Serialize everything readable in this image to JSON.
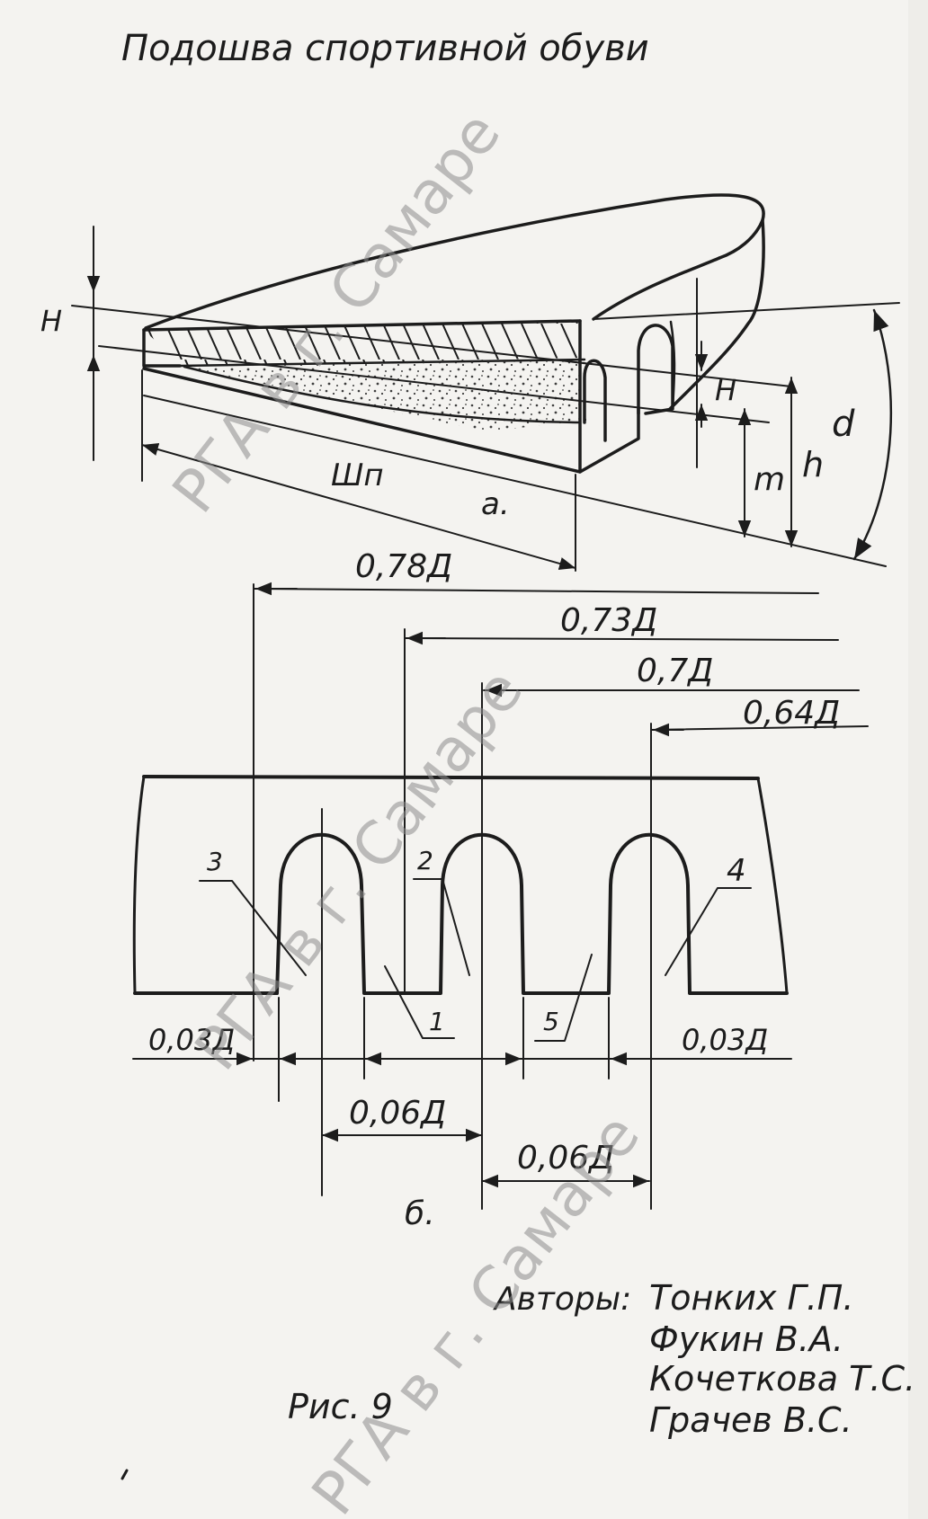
{
  "title": "Подошва спортивной обуви",
  "watermark": "РГА в г. Самаре",
  "view_a": {
    "label": "а.",
    "dimensions": {
      "H_left": "Н",
      "width": "Шп",
      "H_right": "Н",
      "m": "m",
      "h": "h",
      "d": "d"
    }
  },
  "view_b": {
    "label": "б.",
    "top_dimensions": [
      "0,78Д",
      "0,73Д",
      "0,7Д",
      "0,64Д"
    ],
    "callouts": [
      "1",
      "2",
      "3",
      "4",
      "5"
    ],
    "bottom_dimensions": {
      "left": "0,03Д",
      "right": "0,03Д",
      "mid_1": "0,06Д",
      "mid_2": "0,06Д"
    }
  },
  "figure_label": "Рис. 9",
  "authors_label": "Авторы:",
  "authors": [
    "Тонких Г.П.",
    "Фукин В.А.",
    "Кочеткова Т.С.",
    "Грачев В.С."
  ]
}
